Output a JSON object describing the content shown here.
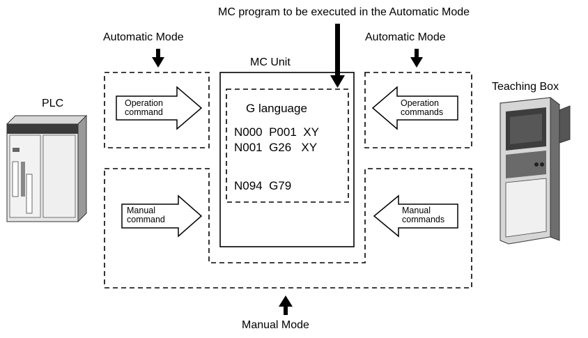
{
  "labels": {
    "mc_program": "MC program to be executed in the Automatic Mode",
    "auto_mode_left": "Automatic Mode",
    "auto_mode_right": "Automatic Mode",
    "mc_unit": "MC Unit",
    "plc": "PLC",
    "teaching_box": "Teaching Box",
    "manual_mode": "Manual Mode"
  },
  "arrows": {
    "op_cmd_left": "Operation command",
    "manual_cmd_left": "Manual command",
    "op_cmd_right": "Operation commands",
    "manual_cmd_right": "Manual commands"
  },
  "program": {
    "title": "G language",
    "lines": [
      "N000  P001  XY",
      "N001  G26   XY",
      "N094  G79"
    ]
  }
}
